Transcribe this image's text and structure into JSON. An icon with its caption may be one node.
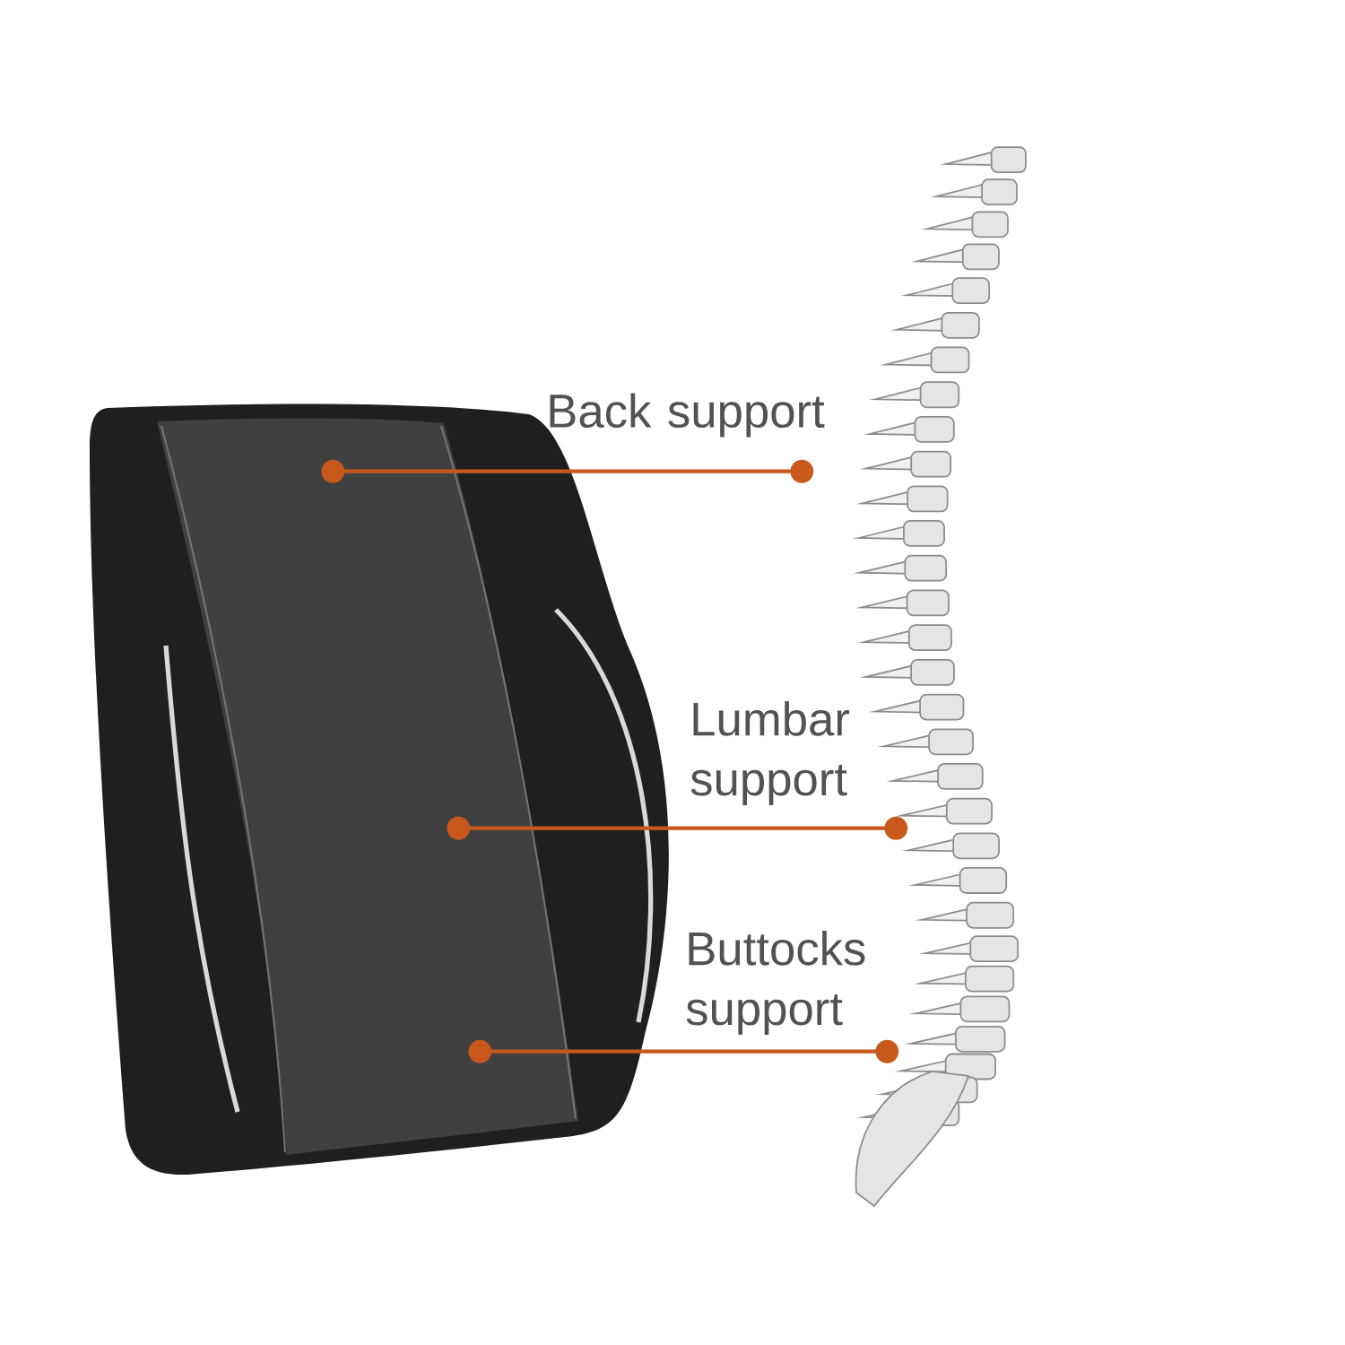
{
  "diagram": {
    "nodes": [
      {
        "text": [],
        "shape": "picture"
      },
      {
        "text": [],
        "shape": "picture"
      }
    ],
    "edges": [
      {
        "from": 0,
        "to": 1,
        "arrow": "other",
        "label": "Back support"
      },
      {
        "from": 0,
        "to": 1,
        "arrow": "other",
        "label": "Lumbar support"
      },
      {
        "from": 0,
        "to": 1,
        "arrow": "other",
        "label": "Buttocks support"
      }
    ]
  }
}
